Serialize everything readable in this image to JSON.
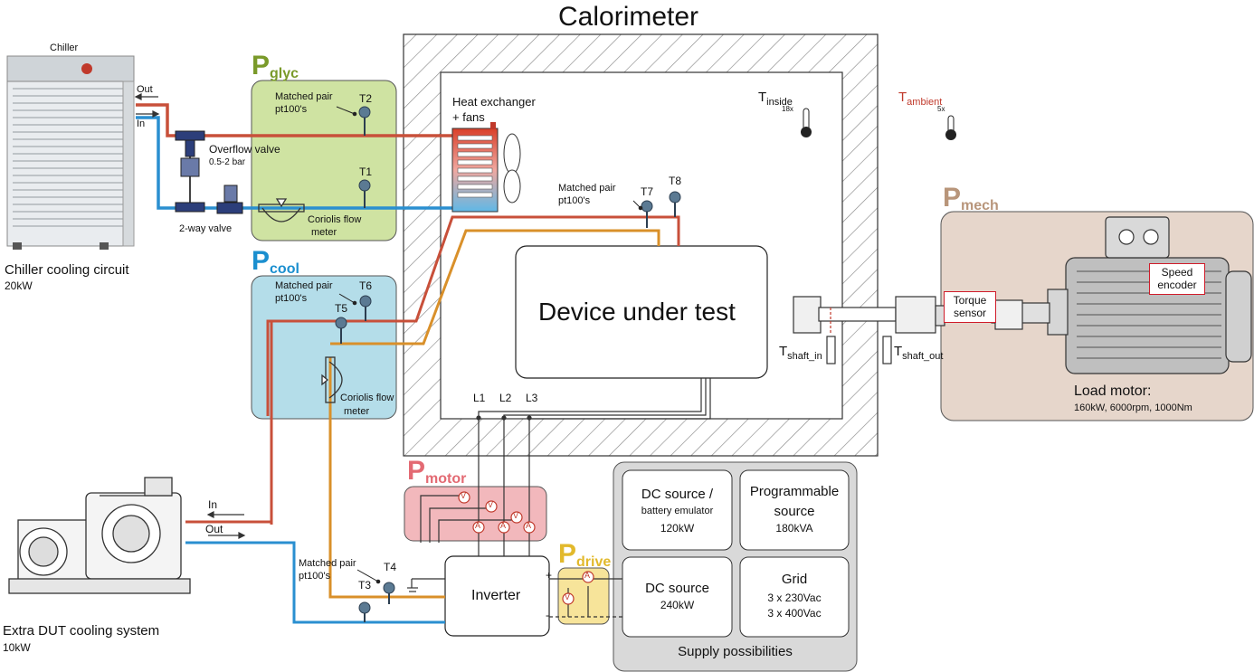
{
  "title": "Calorimeter",
  "chiller": {
    "name": "Chiller",
    "caption": "Chiller cooling circuit",
    "power": "20kW",
    "out_label": "Out",
    "in_label": "In",
    "overflow_valve": "Overflow valve",
    "overflow_pressure": "0.5-2 bar",
    "two_way_valve": "2-way valve"
  },
  "p_glyc": {
    "letter": "P",
    "sub": "glyc",
    "color": "#7a9a2a",
    "matched_pair": "Matched pair",
    "pt100": "pt100's",
    "t2": "T2",
    "t1": "T1",
    "coriolis": "Coriolis flow",
    "meter": "meter"
  },
  "heat_exchanger": {
    "line1": "Heat exchanger",
    "line2": "+ fans"
  },
  "t_inside": {
    "letter": "T",
    "sub": "inside",
    "count": "18x"
  },
  "t_ambient": {
    "letter": "T",
    "sub": "ambient",
    "count": "5x",
    "color": "#c0392b"
  },
  "dut_sensors": {
    "matched_pair": "Matched pair",
    "pt100": "pt100's",
    "t7": "T7",
    "t8": "T8"
  },
  "p_cool": {
    "letter": "P",
    "sub": "cool",
    "color": "#1b8fcf",
    "matched_pair": "Matched pair",
    "pt100": "pt100's",
    "t6": "T6",
    "t5": "T5",
    "coriolis": "Coriolis flow",
    "meter": "meter"
  },
  "device_under_test": "Device under test",
  "phases": [
    "L1",
    "L2",
    "L3"
  ],
  "shaft": {
    "t_in_letter": "T",
    "t_in_sub": "shaft_in",
    "t_out_letter": "T",
    "t_out_sub": "shaft_out"
  },
  "p_mech": {
    "letter": "P",
    "sub": "mech",
    "color": "#b8957a"
  },
  "load_motor": {
    "torque_sensor": "Torque sensor",
    "speed_encoder": "Speed encoder",
    "title": "Load motor:",
    "specs": "160kW, 6000rpm, 1000Nm"
  },
  "p_motor": {
    "letter": "P",
    "sub": "motor",
    "color": "#e36a73",
    "v": "V",
    "a": "A"
  },
  "p_drive": {
    "letter": "P",
    "sub": "drive",
    "color": "#e2b92c",
    "v": "V",
    "a": "A"
  },
  "extra_cooling": {
    "caption": "Extra DUT cooling system",
    "power": "10kW",
    "in_label": "In",
    "out_label": "Out",
    "matched_pair": "Matched pair",
    "pt100": "pt100's",
    "t3": "T3",
    "t4": "T4"
  },
  "inverter": {
    "label": "Inverter",
    "plus": "+",
    "minus": "-"
  },
  "supply": {
    "caption": "Supply possibilities",
    "dc_emulator": {
      "line1": "DC source /",
      "line2": "battery emulator",
      "line3": "120kW"
    },
    "programmable": {
      "line1": "Programmable",
      "line2": "source",
      "line3": "180kVA"
    },
    "dc_source": {
      "line1": "DC source",
      "line2": "240kW"
    },
    "grid": {
      "line1": "Grid",
      "line2": "3 x 230Vac",
      "line3": "3 x 400Vac"
    }
  },
  "colors": {
    "hot_pipe": "#c8503a",
    "cold_pipe": "#2a8fd0",
    "orange_pipe": "#d9902a",
    "glyc_bg": "#cfe3a2",
    "cool_bg": "#b4dde9",
    "mech_bg": "#e6d6cb",
    "motor_bg": "#f2b8bc",
    "drive_bg": "#f7e49a",
    "supply_bg": "#d9d9d9"
  }
}
